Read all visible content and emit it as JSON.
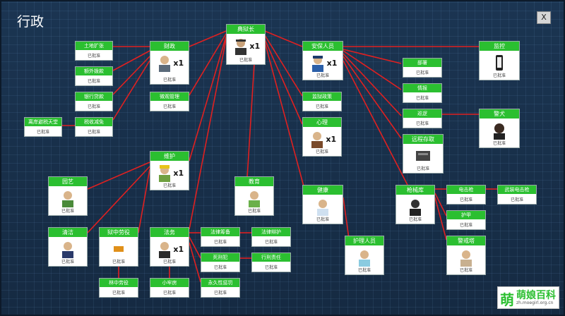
{
  "screen": {
    "title": "行政",
    "close_label": "X"
  },
  "status_approved": "已批准",
  "nodes": {
    "warden": {
      "label": "典狱长",
      "count": "x1"
    },
    "finance": {
      "label": "财政",
      "count": "x1"
    },
    "security": {
      "label": "安保人员",
      "count": "x1"
    },
    "psych": {
      "label": "心理",
      "count": "x1"
    },
    "maint": {
      "label": "维护",
      "count": "x1"
    },
    "legal": {
      "label": "法务",
      "count": "x1"
    },
    "monitor": {
      "label": "监控"
    },
    "dogs": {
      "label": "警犬"
    },
    "remote": {
      "label": "远程存取"
    },
    "armory": {
      "label": "枪械库"
    },
    "garden": {
      "label": "园艺"
    },
    "clean": {
      "label": "清洁"
    },
    "labor": {
      "label": "狱中劳役"
    },
    "edu": {
      "label": "教育"
    },
    "health": {
      "label": "健康"
    },
    "nurse": {
      "label": "护理人员"
    },
    "armored": {
      "label": "警戒塔"
    },
    "land": {
      "label": "土地扩张"
    },
    "extra": {
      "label": "额外拨款"
    },
    "loan": {
      "label": "银行贷款"
    },
    "tax": {
      "label": "税收减免"
    },
    "paradise": {
      "label": "离岸避税天堂"
    },
    "policy": {
      "label": "微观管理"
    },
    "policy2": {
      "label": "监狱政策"
    },
    "deploy": {
      "label": "部署"
    },
    "intel": {
      "label": "情报"
    },
    "patrol": {
      "label": "巡逻"
    },
    "taser": {
      "label": "电击枪"
    },
    "armed_taser": {
      "label": "武装电击枪"
    },
    "armor": {
      "label": "护甲"
    },
    "prep": {
      "label": "法律筹备"
    },
    "defense": {
      "label": "法律辩护"
    },
    "deathrow": {
      "label": "死刑犯"
    },
    "liability": {
      "label": "行刑责任"
    },
    "perm": {
      "label": "永久性惩罚"
    },
    "forest": {
      "label": "林中劳役"
    },
    "smallprison": {
      "label": "小牢房"
    }
  },
  "watermark": {
    "mark": "萌",
    "text": "萌娘百科",
    "url": "zh.moegirl.org.cn"
  }
}
